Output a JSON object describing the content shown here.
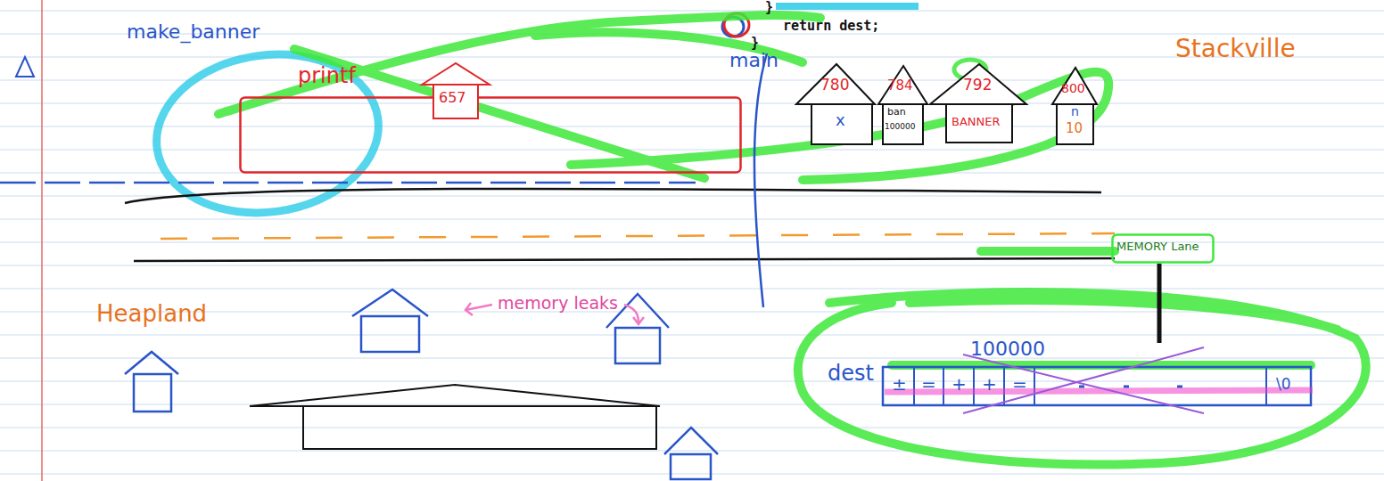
{
  "diagram": {
    "nodes": [
      {
        "text": [
          "printf"
        ]
      },
      {
        "text": [
          "657"
        ],
        "in": 0
      },
      {
        "text": [
          "780",
          "x"
        ]
      },
      {
        "text": [
          "784",
          "ban",
          "100000"
        ]
      },
      {
        "text": [
          "792",
          "BANNER"
        ]
      },
      {
        "text": [
          "800",
          "n",
          "10"
        ]
      },
      {
        "text": [
          "dest",
          "100000",
          "±",
          "=",
          "+",
          "+",
          "=",
          "\\0"
        ]
      },
      {
        "text": [
          "MEMORY Lane"
        ]
      }
    ],
    "labels": [
      "}",
      "return dest;",
      "}",
      "make_banner",
      "main",
      "Stackville",
      "Heapland",
      "memory leaks"
    ]
  }
}
